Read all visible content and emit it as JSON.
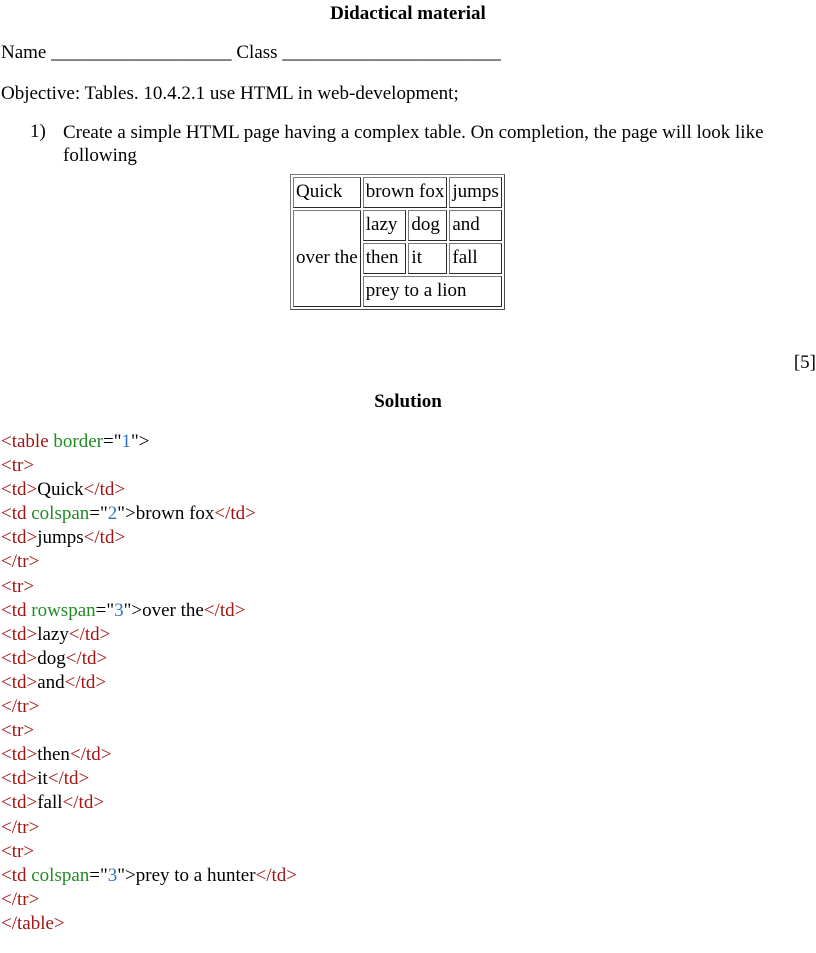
{
  "document": {
    "title": "Didactical material",
    "name_label": "Name",
    "name_blank": "___________________",
    "class_label": "Class",
    "class_blank": "_______________________",
    "objective": "Objective: Tables. 10.4.2.1 use HTML in web-development;",
    "task": {
      "number": "1)",
      "text": "Create a simple HTML page having a complex table. On completion, the page will look like following"
    },
    "marks": "[5]",
    "solution_heading": "Solution"
  },
  "sample_table": {
    "rows": [
      [
        {
          "text": "Quick"
        },
        {
          "text": "brown fox",
          "colspan": 2
        },
        {
          "text": "jumps"
        }
      ],
      [
        {
          "text": "over the",
          "rowspan": 3
        },
        {
          "text": "lazy"
        },
        {
          "text": "dog"
        },
        {
          "text": "and"
        }
      ],
      [
        {
          "text": "then"
        },
        {
          "text": "it"
        },
        {
          "text": "fall"
        }
      ],
      [
        {
          "text": "prey to a lion",
          "colspan": 3
        }
      ]
    ]
  },
  "code": {
    "colors": {
      "tag": "#a31515",
      "attribute": "#228b22",
      "value": "#2f74c0",
      "text": "#000000"
    },
    "lines": [
      [
        {
          "t": "tag",
          "s": "<table "
        },
        {
          "t": "attr",
          "s": "border"
        },
        {
          "t": "txt",
          "s": "=\""
        },
        {
          "t": "val",
          "s": "1"
        },
        {
          "t": "txt",
          "s": "\">"
        }
      ],
      [
        {
          "t": "tag",
          "s": "<tr>"
        }
      ],
      [
        {
          "t": "tag",
          "s": "<td>"
        },
        {
          "t": "txt",
          "s": "Quick"
        },
        {
          "t": "tag",
          "s": "</td>"
        }
      ],
      [
        {
          "t": "tag",
          "s": "<td "
        },
        {
          "t": "attr",
          "s": "colspan"
        },
        {
          "t": "txt",
          "s": "=\""
        },
        {
          "t": "val",
          "s": "2"
        },
        {
          "t": "txt",
          "s": "\">"
        },
        {
          "t": "txt",
          "s": "brown fox"
        },
        {
          "t": "tag",
          "s": "</td>"
        }
      ],
      [
        {
          "t": "tag",
          "s": "<td>"
        },
        {
          "t": "txt",
          "s": "jumps"
        },
        {
          "t": "tag",
          "s": "</td>"
        }
      ],
      [
        {
          "t": "tag",
          "s": "</tr>"
        }
      ],
      [
        {
          "t": "tag",
          "s": "<tr>"
        }
      ],
      [
        {
          "t": "tag",
          "s": "<td "
        },
        {
          "t": "attr",
          "s": "rowspan"
        },
        {
          "t": "txt",
          "s": "=\""
        },
        {
          "t": "val",
          "s": "3"
        },
        {
          "t": "txt",
          "s": "\">"
        },
        {
          "t": "txt",
          "s": "over the"
        },
        {
          "t": "tag",
          "s": "</td>"
        }
      ],
      [
        {
          "t": "tag",
          "s": "<td>"
        },
        {
          "t": "txt",
          "s": "lazy"
        },
        {
          "t": "tag",
          "s": "</td>"
        }
      ],
      [
        {
          "t": "tag",
          "s": "<td>"
        },
        {
          "t": "txt",
          "s": "dog"
        },
        {
          "t": "tag",
          "s": "</td>"
        }
      ],
      [
        {
          "t": "tag",
          "s": "<td>"
        },
        {
          "t": "txt",
          "s": "and"
        },
        {
          "t": "tag",
          "s": "</td>"
        }
      ],
      [
        {
          "t": "tag",
          "s": "</tr>"
        }
      ],
      [
        {
          "t": "tag",
          "s": "<tr>"
        }
      ],
      [
        {
          "t": "tag",
          "s": "<td>"
        },
        {
          "t": "txt",
          "s": "then"
        },
        {
          "t": "tag",
          "s": "</td>"
        }
      ],
      [
        {
          "t": "tag",
          "s": "<td>"
        },
        {
          "t": "txt",
          "s": "it"
        },
        {
          "t": "tag",
          "s": "</td>"
        }
      ],
      [
        {
          "t": "tag",
          "s": "<td>"
        },
        {
          "t": "txt",
          "s": "fall"
        },
        {
          "t": "tag",
          "s": "</td>"
        }
      ],
      [
        {
          "t": "tag",
          "s": "</tr>"
        }
      ],
      [
        {
          "t": "tag",
          "s": "<tr>"
        }
      ],
      [
        {
          "t": "tag",
          "s": "<td "
        },
        {
          "t": "attr",
          "s": "colspan"
        },
        {
          "t": "txt",
          "s": "=\""
        },
        {
          "t": "val",
          "s": "3"
        },
        {
          "t": "txt",
          "s": "\">"
        },
        {
          "t": "txt",
          "s": "prey to a hunter"
        },
        {
          "t": "tag",
          "s": "</td>"
        }
      ],
      [
        {
          "t": "tag",
          "s": "</tr>"
        }
      ],
      [
        {
          "t": "tag",
          "s": "</table>"
        }
      ]
    ]
  }
}
